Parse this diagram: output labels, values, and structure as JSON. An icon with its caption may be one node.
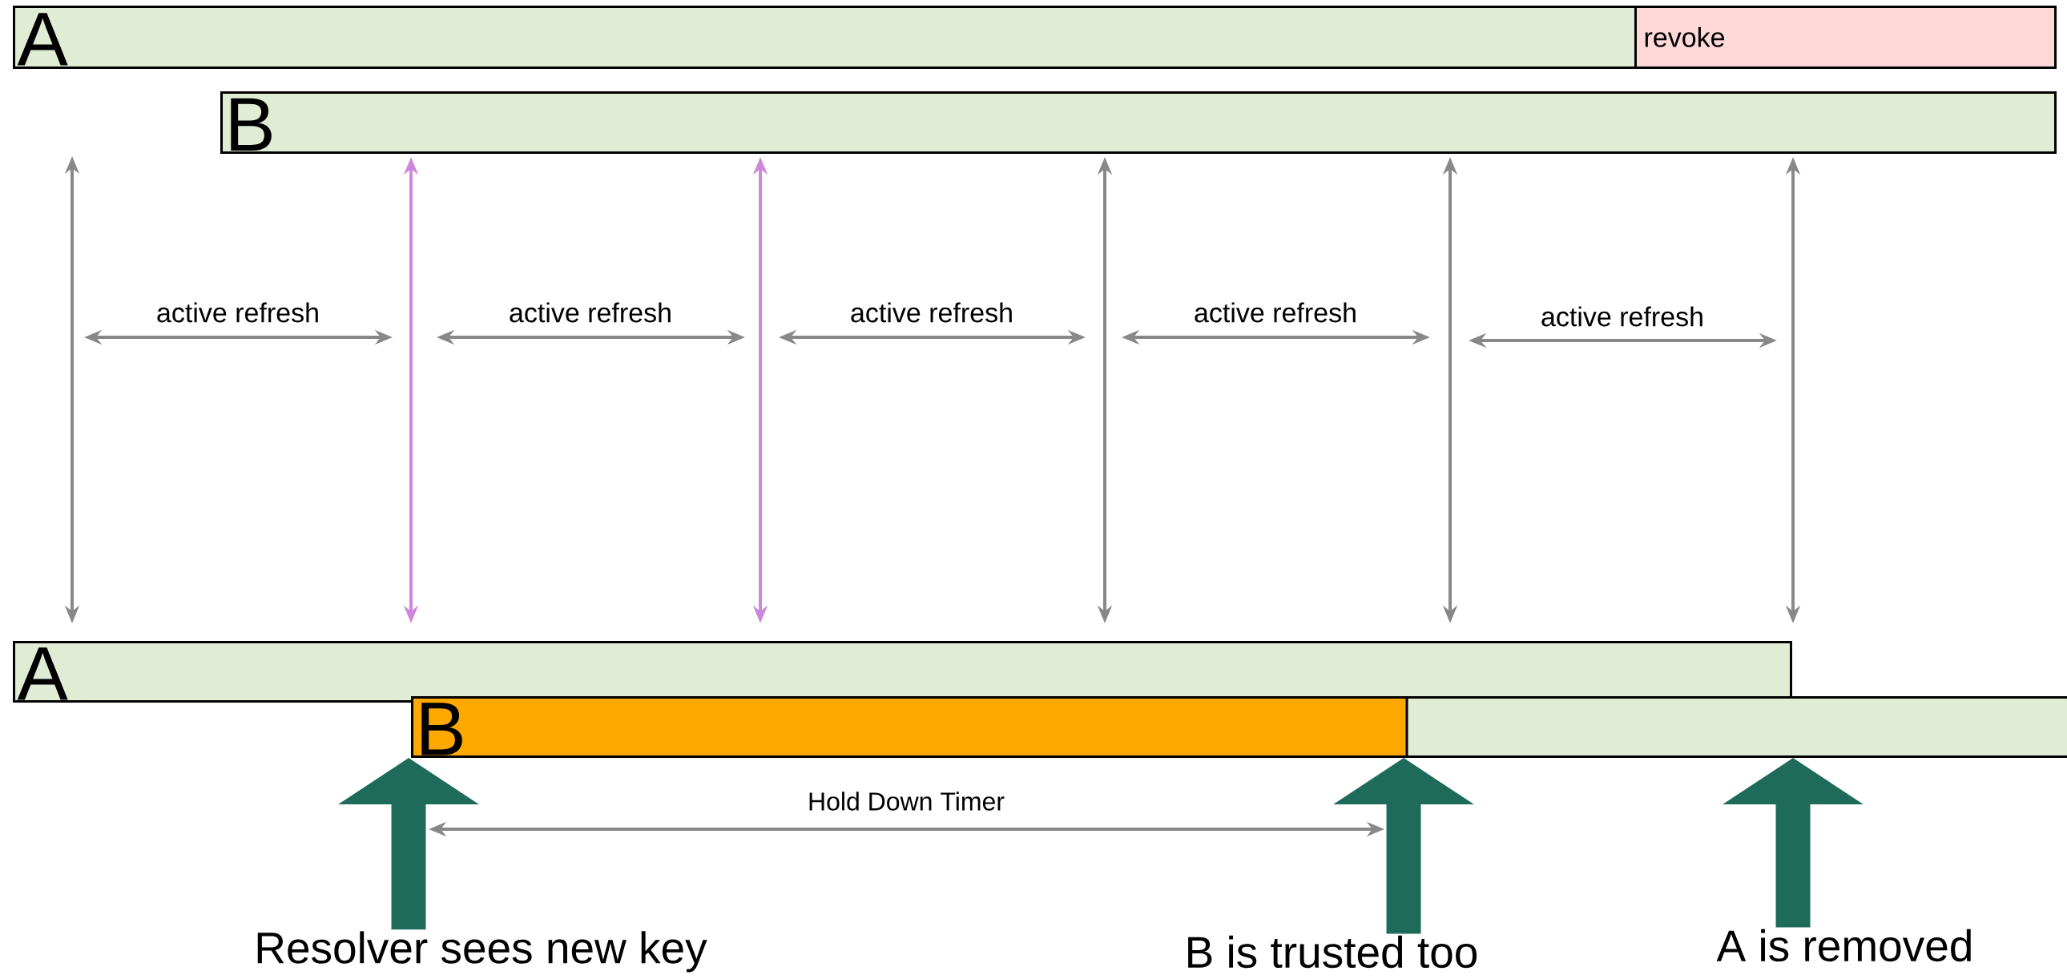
{
  "diagram": {
    "nodes": [
      {
        "text": [
          "A"
        ]
      },
      {
        "text": [
          "revoke"
        ],
        "in": 0
      },
      {
        "text": [
          "B"
        ]
      },
      {
        "text": [
          "A"
        ]
      },
      {
        "text": [
          "B"
        ]
      },
      {
        "text": [
          "Resolver sees new key"
        ]
      },
      {
        "text": [
          "B is trusted too"
        ]
      },
      {
        "text": [
          "A is removed"
        ]
      }
    ],
    "edges": [
      {
        "from": 0,
        "to": 3,
        "arrow": "both"
      },
      {
        "from": 2,
        "to": 3,
        "arrow": "both",
        "color": "#cc88dd"
      },
      {
        "from": 2,
        "to": 3,
        "arrow": "both",
        "color": "#cc88dd"
      },
      {
        "from": 2,
        "to": 3,
        "arrow": "both"
      },
      {
        "from": 2,
        "to": 3,
        "arrow": "both"
      },
      {
        "from": 2,
        "to": 3,
        "arrow": "both"
      },
      {
        "from": 5,
        "to": 4,
        "arrow": "to",
        "style": "thick",
        "color": "#1e6b5a"
      },
      {
        "from": 6,
        "to": 4,
        "arrow": "to",
        "style": "thick",
        "color": "#1e6b5a"
      },
      {
        "from": 7,
        "to": 4,
        "arrow": "to",
        "style": "thick",
        "color": "#1e6b5a"
      }
    ],
    "labels": [
      "active refresh",
      "active refresh",
      "active refresh",
      "active refresh",
      "active refresh",
      "Hold Down Timer"
    ]
  }
}
